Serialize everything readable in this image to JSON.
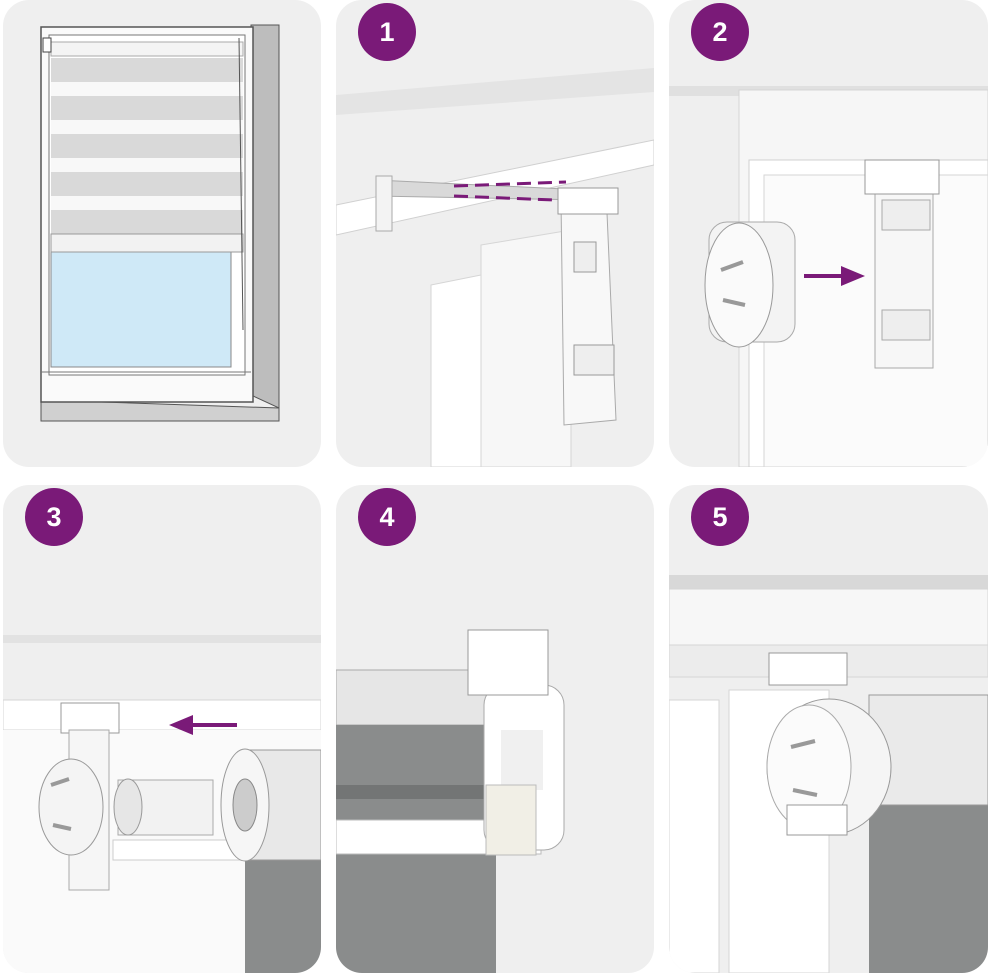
{
  "colors": {
    "accent": "#7a1a78",
    "panel": "#efefef",
    "wall": "#f4f4f4",
    "fabric": "#8a8c8c",
    "glass": "#cfe9f7"
  },
  "panels": [
    {
      "id": "overview",
      "badge": null
    },
    {
      "id": "step-1",
      "badge": "1"
    },
    {
      "id": "step-2",
      "badge": "2"
    },
    {
      "id": "step-3",
      "badge": "3"
    },
    {
      "id": "step-4",
      "badge": "4"
    },
    {
      "id": "step-5",
      "badge": "5"
    }
  ],
  "icons": [
    "window-blind-illustration",
    "dashed-guide-line",
    "arrow-right-icon",
    "arrow-left-icon"
  ]
}
